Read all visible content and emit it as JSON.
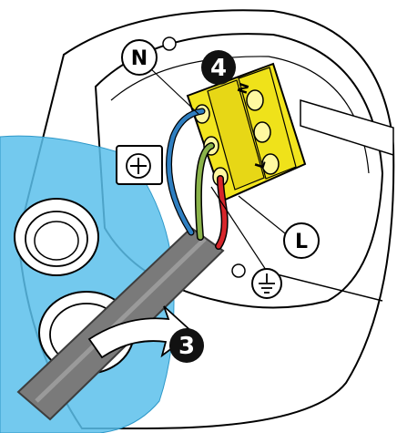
{
  "labels": {
    "neutral": "N",
    "live": "L",
    "step_terminal": "4",
    "step_cable": "3",
    "block_n": "N",
    "block_l": "L"
  },
  "icons": {
    "earth": "earth-ground-icon",
    "arrow": "curved-arrow-icon",
    "screw": "screw-icon"
  },
  "colors": {
    "housing_stroke": "#000000",
    "housing_fill": "#ffffff",
    "cover_blue": "#5bc0eb",
    "cable_grey": "#7a7a7a",
    "wire_blue": "#2f7fc1",
    "wire_green": "#8ab34a",
    "wire_red": "#d7262b",
    "terminal_yellow": "#f2e51e",
    "badge_black": "#111111"
  }
}
